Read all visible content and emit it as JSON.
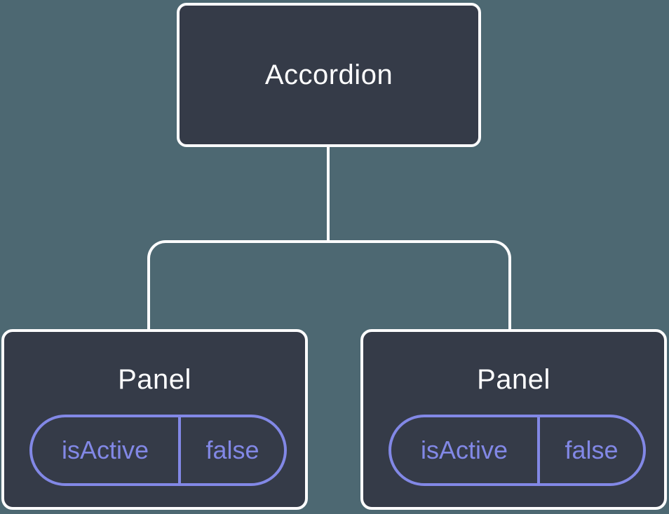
{
  "diagram": {
    "type": "component-tree",
    "root": {
      "label": "Accordion"
    },
    "panels": [
      {
        "title": "Panel",
        "state": {
          "key": "isActive",
          "value": "false"
        }
      },
      {
        "title": "Panel",
        "state": {
          "key": "isActive",
          "value": "false"
        }
      }
    ],
    "colors": {
      "background": "#4d6872",
      "node_fill": "#353b48",
      "node_border": "#fdfdfe",
      "connector": "#fdfdfe",
      "state_accent": "#8288e6",
      "title_text": "#fdfdfe"
    }
  }
}
